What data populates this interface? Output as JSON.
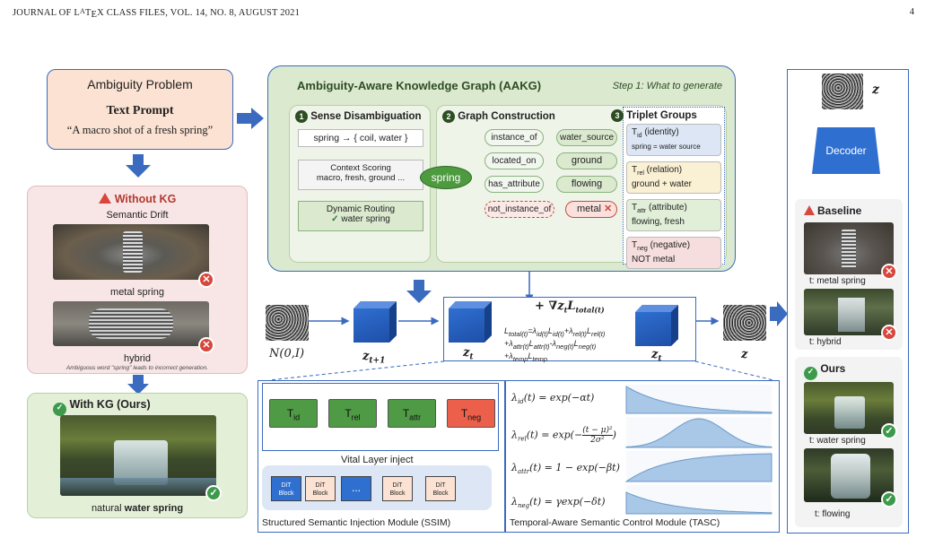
{
  "header": {
    "journal": "JOURNAL OF LATEX CLASS FILES, VOL. 14, NO. 8, AUGUST 2021",
    "page": "4"
  },
  "ambiguity": {
    "title": "Ambiguity Problem",
    "subtitle": "Text Prompt",
    "prompt": "“A macro shot of a fresh spring”"
  },
  "without_kg": {
    "title": "Without KG",
    "drift": "Semantic Drift",
    "img1_label": "metal spring",
    "img2_label": "hybrid",
    "caption": "Ambiguous word \"spring\" leads to incorrect generation."
  },
  "with_kg": {
    "title": "With KG (Ours)",
    "label_prefix": "natural ",
    "label_bold": "water spring"
  },
  "aakg": {
    "title": "Ambiguity-Aware Knowledge Graph (AAKG)",
    "step": "Step 1: What to generate"
  },
  "sense": {
    "num": "1",
    "title": "Sense Disambiguation",
    "mapping": "spring → { coil, water }",
    "scoring_1": "Context Scoring",
    "scoring_2": "macro, fresh, ground ...",
    "routing_1": "Dynamic Routing",
    "routing_2": "water spring",
    "check": "✓"
  },
  "graph": {
    "num": "2",
    "title": "Graph Construction",
    "center": "spring",
    "relations": [
      {
        "rel": "instance_of",
        "target": "water_source"
      },
      {
        "rel": "located_on",
        "target": "ground"
      },
      {
        "rel": "has_attribute",
        "target": "flowing"
      },
      {
        "rel": "not_instance_of",
        "target": "metal"
      }
    ],
    "x": "✕"
  },
  "triplets": {
    "num": "3",
    "title": "Triplet Groups",
    "items": [
      {
        "T": "T",
        "sub": "id",
        "name": " (identity)",
        "desc": "spring = water source",
        "color": "#dce6f4"
      },
      {
        "T": "T",
        "sub": "rel",
        "name": " (relation)",
        "desc": "ground + water",
        "color": "#faf0d4"
      },
      {
        "T": "T",
        "sub": "attr",
        "name": " (attribute)",
        "desc": "flowing, fresh",
        "color": "#e1efd8"
      },
      {
        "T": "T",
        "sub": "neg",
        "name": " (negative)",
        "desc": "NOT metal",
        "color": "#f6dede"
      }
    ]
  },
  "pipeline": {
    "noise_label": "N(0,I)",
    "z_next": "z",
    "z_next_sub": "t+1",
    "zt": "z",
    "zt_sub": "t",
    "zt2": "z",
    "zt2_sub": "t",
    "z_out": "z",
    "grad": "+ ∇",
    "grad_z": "z",
    "grad_z_sub": "t",
    "grad_L": "L",
    "grad_L_sub": "total(t)",
    "loss_line1": "L",
    "loss_line1b": "total(t)",
    "loss_line1c": "=λ",
    "loss_line1d": "id(t)",
    "loss_line1e": "L",
    "loss_line1f": "id(t)",
    "loss_line1g": "+λ",
    "loss_line1h": "rel(t)",
    "loss_line1i": "L",
    "loss_line1j": "rel(t)",
    "loss_line2": "+λ",
    "loss_line2b": "attr(t)",
    "loss_line2c": "L",
    "loss_line2d": "attr(t)",
    "loss_line2e": "-λ",
    "loss_line2f": "neg(t)",
    "loss_line2g": "L",
    "loss_line2h": "neg(t)",
    "loss_line3": "+λ",
    "loss_line3b": "temp",
    "loss_line3c": "L",
    "loss_line3d": "temp"
  },
  "ssim": {
    "title": "Structured Semantic Injection Module (SSIM)",
    "inject": "Vital Layer inject",
    "tokens": [
      {
        "T": "T",
        "sub": "id",
        "color": "#4f9a45"
      },
      {
        "T": "T",
        "sub": "rel",
        "color": "#4f9a45"
      },
      {
        "T": "T",
        "sub": "attr",
        "color": "#4f9a45"
      },
      {
        "T": "T",
        "sub": "neg",
        "color": "#ec5f4b"
      }
    ],
    "dit": "DiT",
    "block": "Block",
    "dots": "..."
  },
  "tasc": {
    "title": "Temporal-Aware Semantic Control Module (TASC)",
    "f1_lhs": "λ",
    "f1_sub": "id",
    "f1_rhs": "(t) =  exp(−αt)",
    "f2_lhs": "λ",
    "f2_sub": "rel",
    "f2_rhs": "(t) =  exp(−",
    "f2_num": "(t − μ)²",
    "f2_den": "2σ²",
    "f2_end": ")",
    "f3_lhs": "λ",
    "f3_sub": "attr",
    "f3_rhs": "(t) =  1 − exp(−βt)",
    "f4_lhs": "λ",
    "f4_sub": "neg",
    "f4_rhs": "(t) =  γexp(−δt)"
  },
  "right": {
    "z": "z",
    "decoder": "Decoder",
    "baseline": "Baseline",
    "b1": "t: metal spring",
    "b2": "t: hybrid",
    "ours": "Ours",
    "o1": "t: water spring",
    "o2": "t: flowing"
  },
  "colors": {
    "accent_blue": "#3a6bbf",
    "green_bg": "#dbe9cf",
    "red": "#d9463c",
    "green": "#3d9a4b"
  }
}
